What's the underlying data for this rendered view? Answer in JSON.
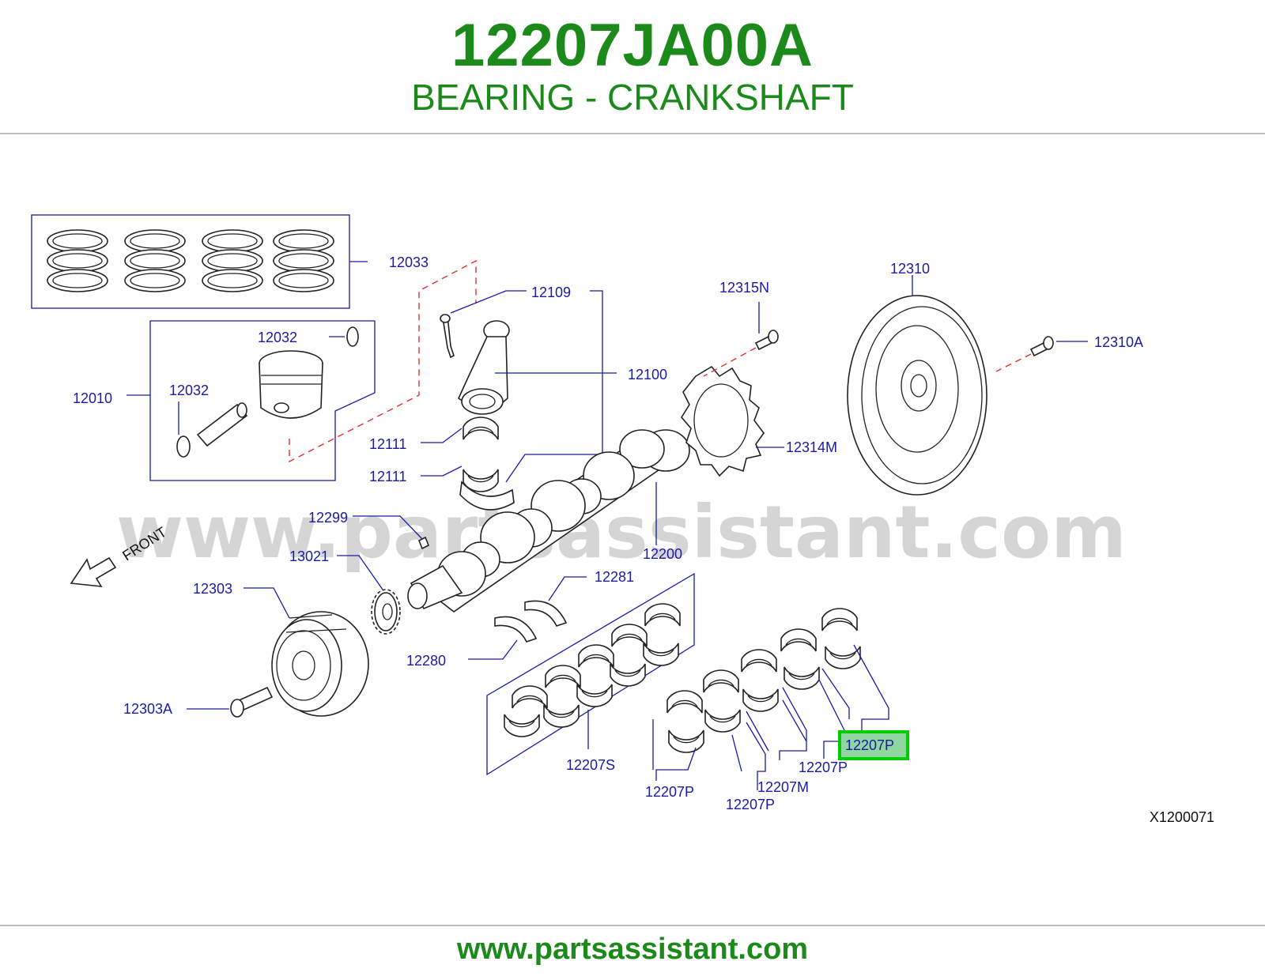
{
  "header": {
    "part_number": "12207JA00A",
    "description": "BEARING - CRANKSHAFT"
  },
  "watermark": "www.partsassistant.com",
  "footer": {
    "url": "www.partsassistant.com"
  },
  "diagram": {
    "reference_code": "X1200071",
    "front_label": "FRONT",
    "labels": {
      "l12033": "12033",
      "l12109": "12109",
      "l12032a": "12032",
      "l12032b": "12032",
      "l12010": "12010",
      "l12100": "12100",
      "l12315N": "12315N",
      "l12310": "12310",
      "l12310A": "12310A",
      "l12314M": "12314M",
      "l12111a": "12111",
      "l12111b": "12111",
      "l12299": "12299",
      "l13021": "13021",
      "l12200": "12200",
      "l12303": "12303",
      "l12281": "12281",
      "l12280": "12280",
      "l12303A": "12303A",
      "l12207S": "12207S",
      "l12207P_a": "12207P",
      "l12207P_b": "12207P",
      "l12207M": "12207M",
      "l12207P_c": "12207P",
      "l12207P_highlight": "12207P"
    },
    "highlight_color": "#00cc00"
  },
  "colors": {
    "title_green": "#1b8a1b",
    "label_blue": "#1a1aa8",
    "dash_red": "#e03030"
  }
}
